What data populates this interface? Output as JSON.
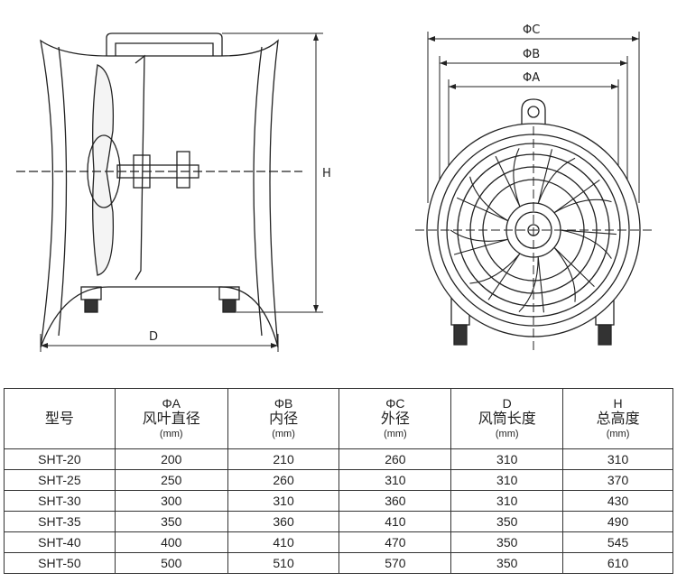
{
  "side_view": {
    "dimension_h": "H",
    "dimension_d": "D"
  },
  "front_view": {
    "dimension_c": "ΦC",
    "dimension_b": "ΦB",
    "dimension_a": "ΦA"
  },
  "table": {
    "headers": [
      {
        "symbol": "",
        "name": "型号",
        "unit": ""
      },
      {
        "symbol": "ΦA",
        "name": "风叶直径",
        "unit": "(mm)"
      },
      {
        "symbol": "ΦB",
        "name": "内径",
        "unit": "(mm)"
      },
      {
        "symbol": "ΦC",
        "name": "外径",
        "unit": "(mm)"
      },
      {
        "symbol": "D",
        "name": "风筒长度",
        "unit": "(mm)"
      },
      {
        "symbol": "H",
        "name": "总高度",
        "unit": "(mm)"
      }
    ],
    "rows": [
      [
        "SHT-20",
        "200",
        "210",
        "260",
        "310",
        "310"
      ],
      [
        "SHT-25",
        "250",
        "260",
        "310",
        "310",
        "370"
      ],
      [
        "SHT-30",
        "300",
        "310",
        "360",
        "310",
        "430"
      ],
      [
        "SHT-35",
        "350",
        "360",
        "410",
        "350",
        "490"
      ],
      [
        "SHT-40",
        "400",
        "410",
        "470",
        "350",
        "545"
      ],
      [
        "SHT-50",
        "500",
        "510",
        "570",
        "350",
        "610"
      ]
    ]
  }
}
